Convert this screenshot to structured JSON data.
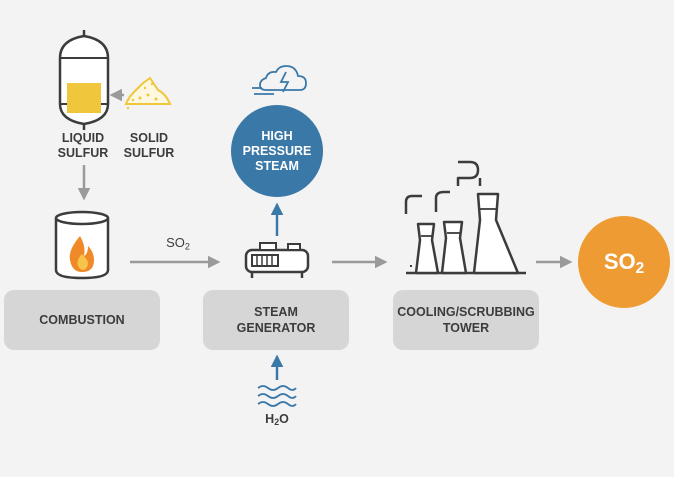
{
  "labels": {
    "liquid_sulfur_1": "LIQUID",
    "liquid_sulfur_2": "SULFUR",
    "solid_sulfur_1": "SOLID",
    "solid_sulfur_2": "SULFUR",
    "so2_flow_main": "SO",
    "so2_flow_sub": "2",
    "h2o_main_1": "H",
    "h2o_sub": "2",
    "h2o_main_2": "O"
  },
  "boxes": {
    "combustion": "COMBUSTION",
    "steam_generator_1": "STEAM",
    "steam_generator_2": "GENERATOR",
    "tower_1": "COOLING/SCRUBBING",
    "tower_2": "TOWER"
  },
  "circles": {
    "steam_1": "HIGH",
    "steam_2": "PRESSURE",
    "steam_3": "STEAM",
    "product_main": "SO",
    "product_sub": "2"
  },
  "colors": {
    "background": "#f3f3f3",
    "box": "#d6d6d6",
    "blue": "#3a78a8",
    "orange": "#ef9b33",
    "gray_arrow": "#9a9a9a",
    "dark": "#3c3c3c",
    "sulfur_yellow": "#f0c63c",
    "flame": "#f08a28"
  },
  "icons": {
    "tank": "liquid-sulfur-tank-icon",
    "powder": "solid-sulfur-powder-icon",
    "furnace": "combustion-furnace-icon",
    "generator": "steam-generator-icon",
    "cloud": "steam-cloud-icon",
    "water": "water-waves-icon",
    "factory": "cooling-tower-factory-icon"
  }
}
